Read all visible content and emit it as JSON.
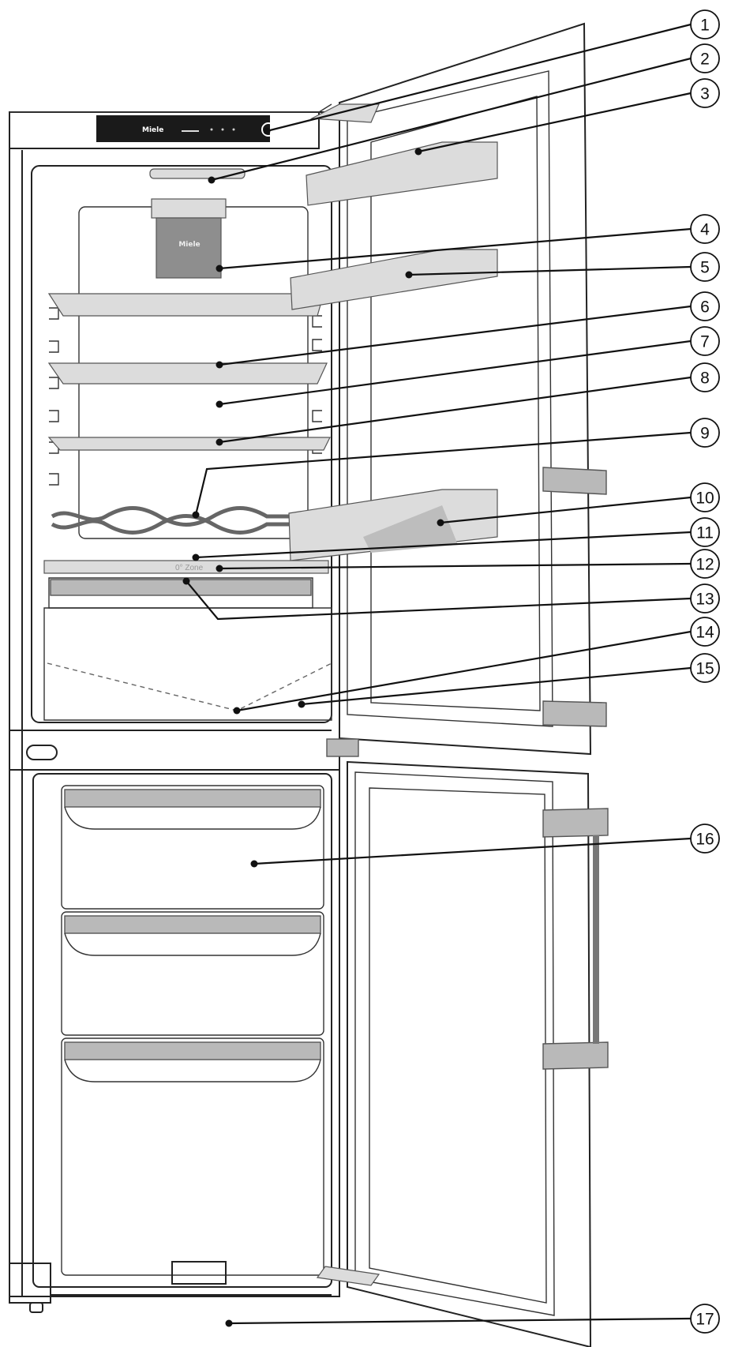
{
  "brand": "Miele",
  "zone_label": "0° Zone",
  "callouts": [
    {
      "num": "1"
    },
    {
      "num": "2"
    },
    {
      "num": "3"
    },
    {
      "num": "4"
    },
    {
      "num": "5"
    },
    {
      "num": "6"
    },
    {
      "num": "7"
    },
    {
      "num": "8"
    },
    {
      "num": "9"
    },
    {
      "num": "10"
    },
    {
      "num": "11"
    },
    {
      "num": "12"
    },
    {
      "num": "13"
    },
    {
      "num": "14"
    },
    {
      "num": "15"
    },
    {
      "num": "16"
    },
    {
      "num": "17"
    }
  ]
}
